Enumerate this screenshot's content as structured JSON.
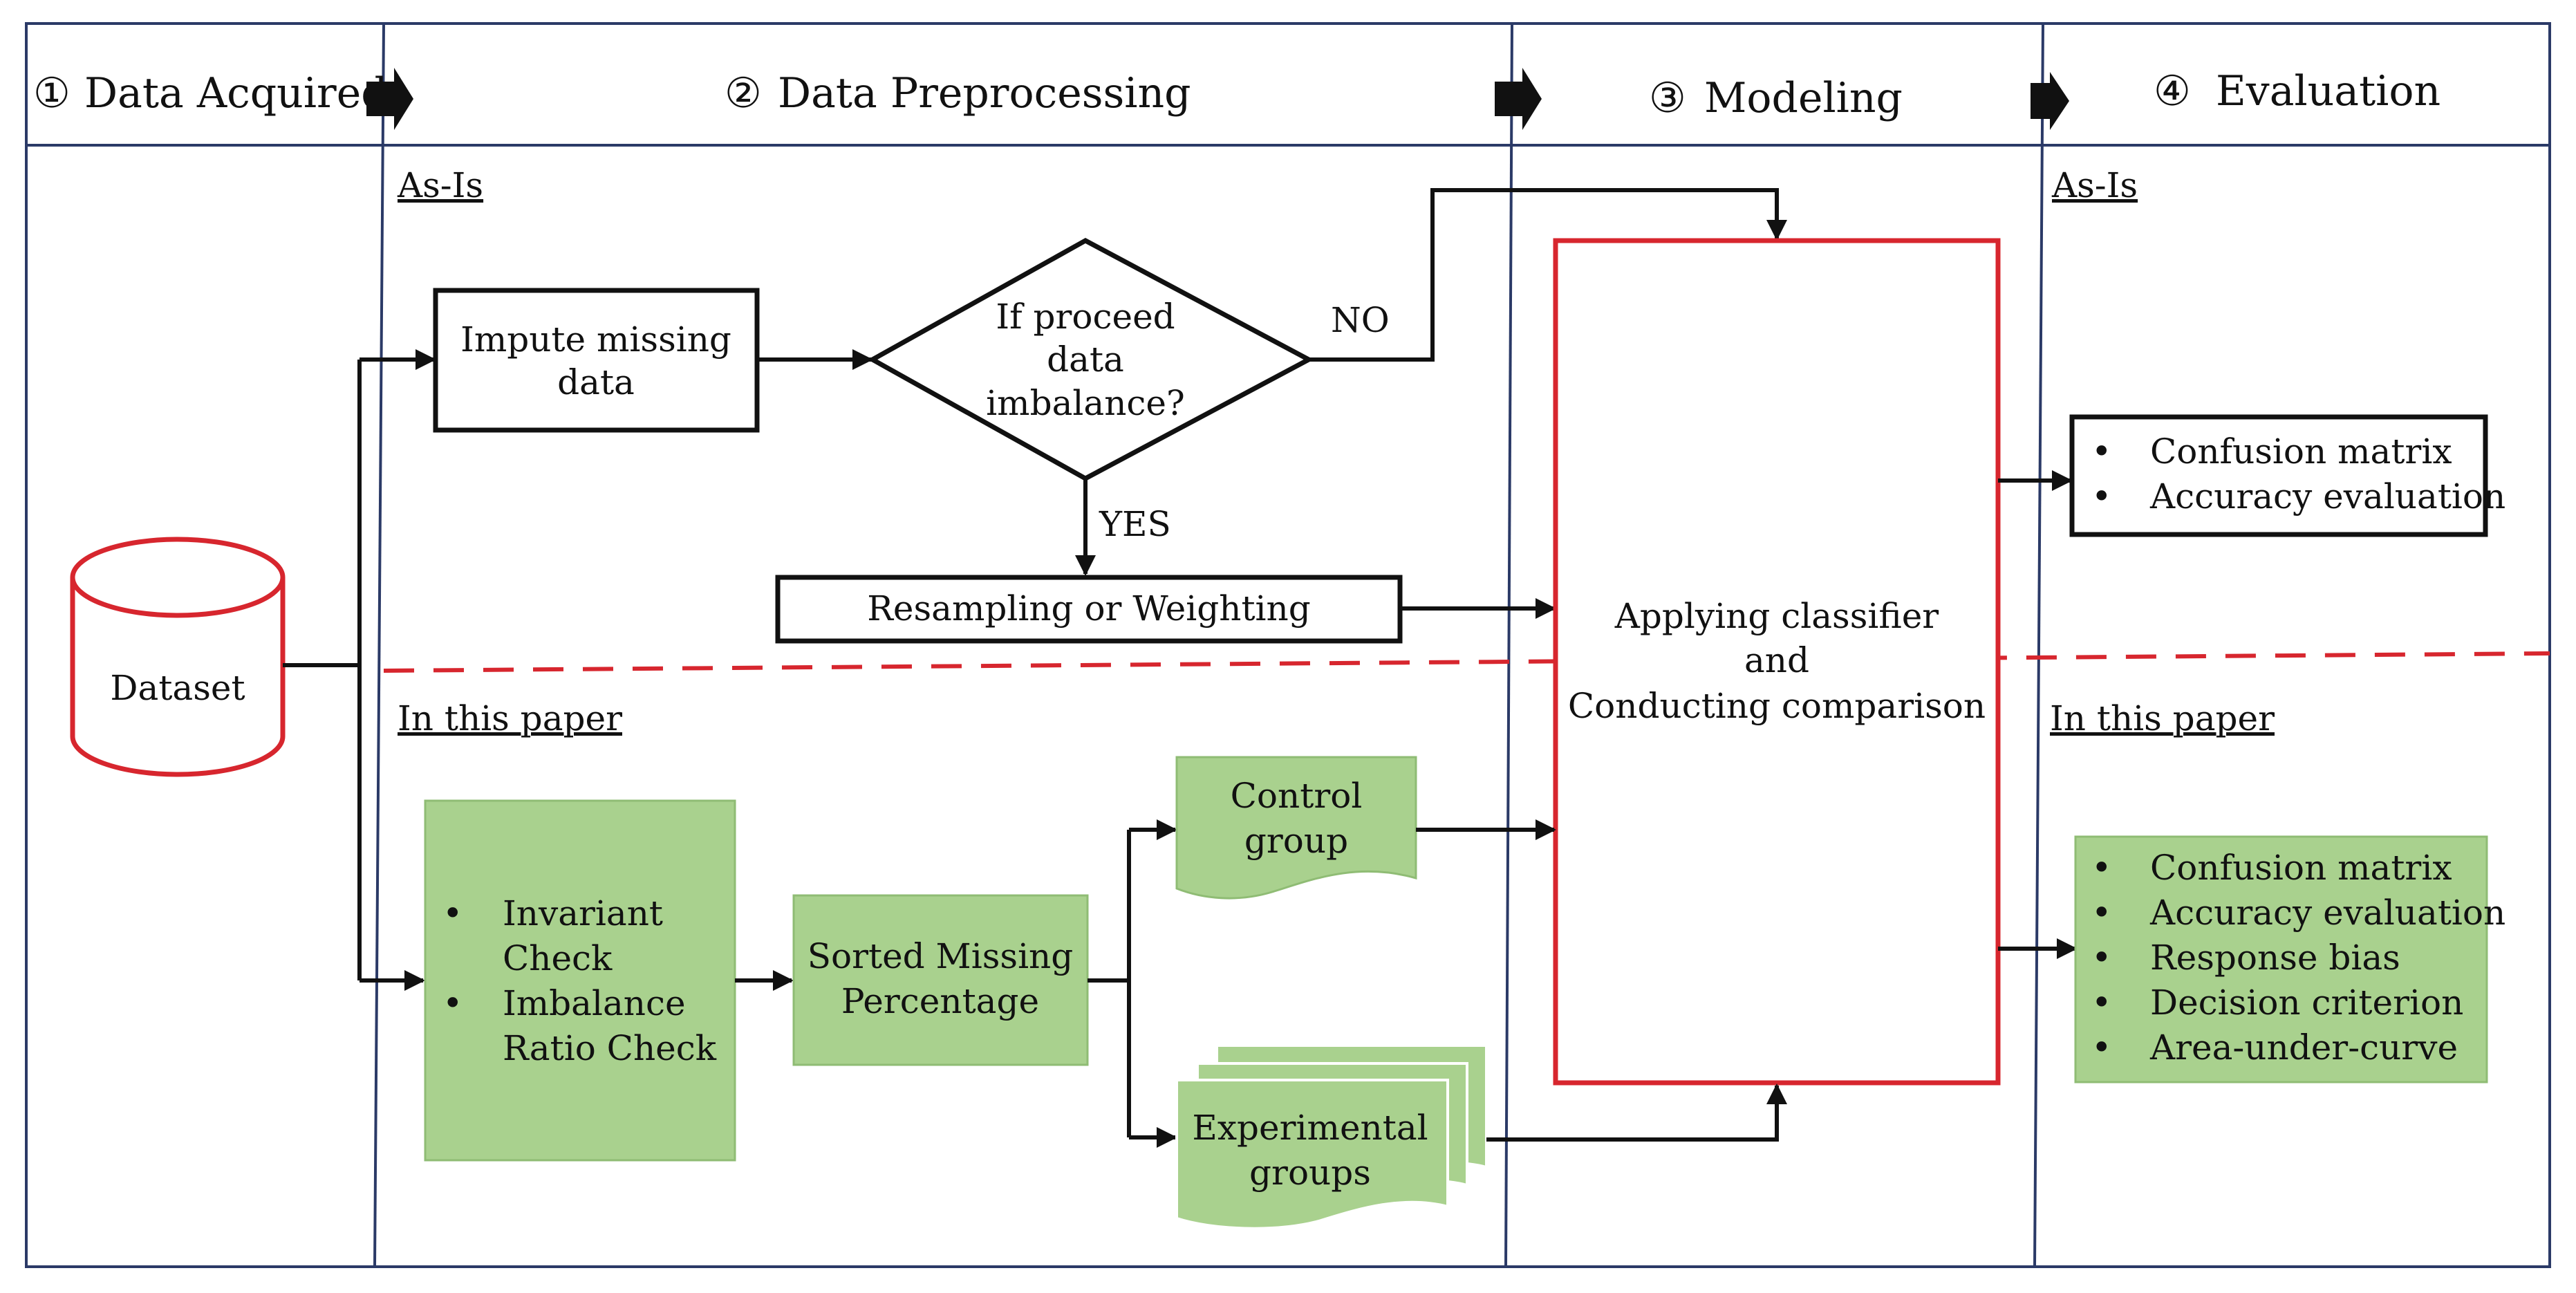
{
  "phases": [
    {
      "number": "①",
      "label": "Data Acquired"
    },
    {
      "number": "②",
      "label": "Data Preprocessing"
    },
    {
      "number": "③",
      "label": "Modeling"
    },
    {
      "number": "④",
      "label": "Evaluation"
    }
  ],
  "dataset": {
    "label": "Dataset"
  },
  "as_is": {
    "section_label": "As-Is",
    "impute": {
      "line1": "Impute missing",
      "line2": "data"
    },
    "decision": {
      "line1": "If proceed",
      "line2": "data",
      "line3": "imbalance?"
    },
    "no_label": "NO",
    "yes_label": "YES",
    "resampling": "Resampling or Weighting",
    "evaluation_items": [
      "Confusion matrix",
      "Accuracy evaluation"
    ]
  },
  "this_paper": {
    "section_label": "In this paper",
    "checks": {
      "line1": "Invariant",
      "line2": "Check",
      "line3": "Imbalance",
      "line4": "Ratio Check"
    },
    "sorted": {
      "line1": "Sorted Missing",
      "line2": "Percentage"
    },
    "control": {
      "line1": "Control",
      "line2": "group"
    },
    "experimental": {
      "line1": "Experimental",
      "line2": "groups"
    },
    "evaluation_items": [
      "Confusion matrix",
      "Accuracy evaluation",
      "Response bias",
      "Decision criterion",
      "Area-under-curve"
    ]
  },
  "modeling": {
    "line1": "Applying classifier",
    "line2": "and",
    "line3": "Conducting comparison"
  },
  "colors": {
    "frame": "#2b3a67",
    "dataset_red": "#d7262e",
    "green_fill": "#a9d18e",
    "green_border": "#8fbc74",
    "dashed_red": "#d7262e",
    "arrow": "#111111"
  }
}
